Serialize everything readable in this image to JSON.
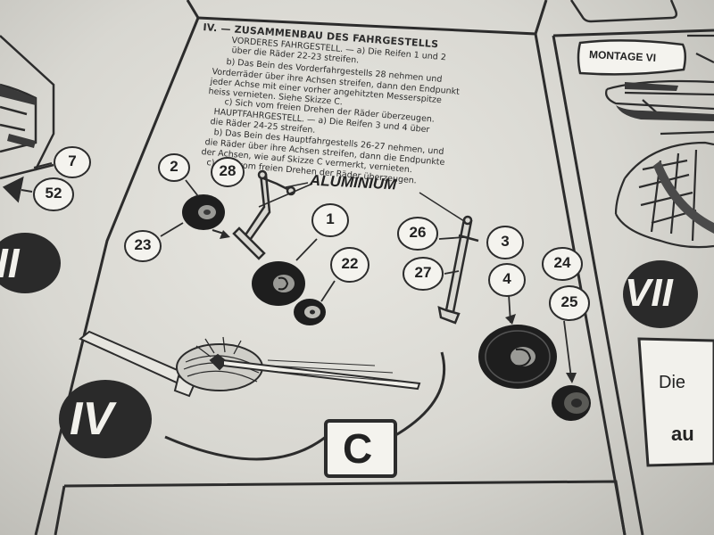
{
  "section": {
    "title": "IV. — ZUSAMMENBAU DES FAHRGESTELLS",
    "instructions": [
      "VORDERES FAHRGESTELL. — a) Die Reifen 1 und 2",
      "über die Räder 22-23 streifen.",
      "b) Das Bein des Vorderfahrgestells 28 nehmen und",
      "Vorderräder über ihre Achsen streifen, dann den Endpunkt",
      "jeder Achse mit einer vorher angehitzten Messerspitze",
      "heiss vernieten. Siehe Skizze C.",
      "c) Sich vom freien Drehen der Räder überzeugen.",
      "HAUPTFAHRGESTELL. — a) Die Reifen 3 und 4 über",
      "die Räder 24-25 streifen.",
      "b) Das Bein des Hauptfahrgestells 26-27 nehmen, und",
      "die Räder über ihre Achsen streifen, dann die Endpunkte",
      "der Achsen, wie auf Skizze C vermerkt, vernieten.",
      "c) Sich vom freien Drehen der Räder überzeugen."
    ]
  },
  "parts": {
    "p2": "2",
    "p23": "23",
    "p28": "28",
    "p1": "1",
    "p22": "22",
    "p26": "26",
    "p27": "27",
    "p3": "3",
    "p4": "4",
    "p24": "24",
    "p25": "25",
    "p7": "7",
    "p52": "52"
  },
  "labels": {
    "aluminium": "ALUMINIUM",
    "sketch": "C",
    "montage": "MONTAGE VI",
    "side_word_1": "Die",
    "side_word_2": "au"
  },
  "section_markers": {
    "left": "II",
    "center": "IV",
    "right": "VII"
  }
}
